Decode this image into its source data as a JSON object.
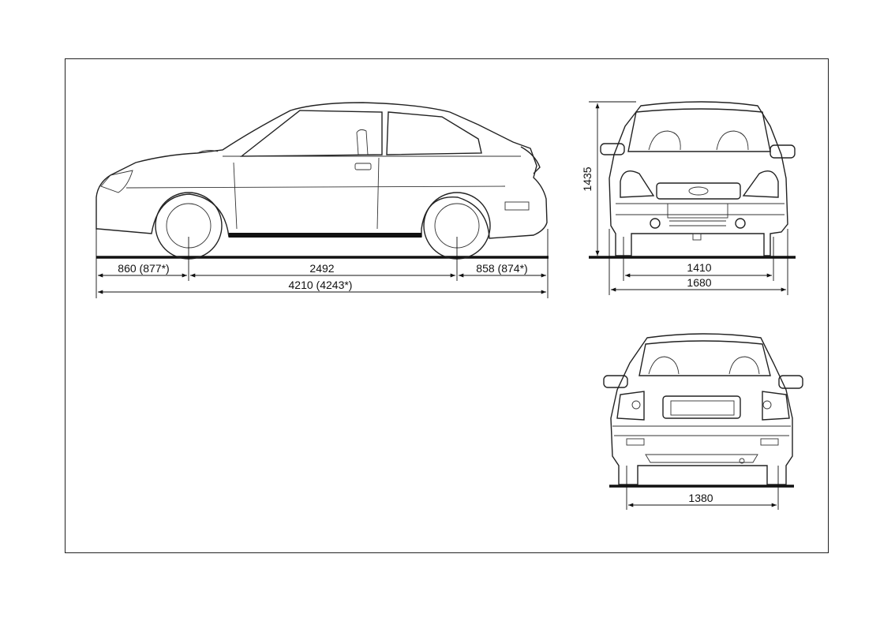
{
  "dimensions": {
    "front_overhang": "860 (877*)",
    "wheelbase": "2492",
    "rear_overhang": "858 (874*)",
    "overall_length": "4210 (4243*)",
    "height": "1435",
    "front_track": "1410",
    "overall_width": "1680",
    "rear_track": "1380"
  },
  "colors": {
    "ink": "#222222",
    "paper": "#ffffff"
  }
}
